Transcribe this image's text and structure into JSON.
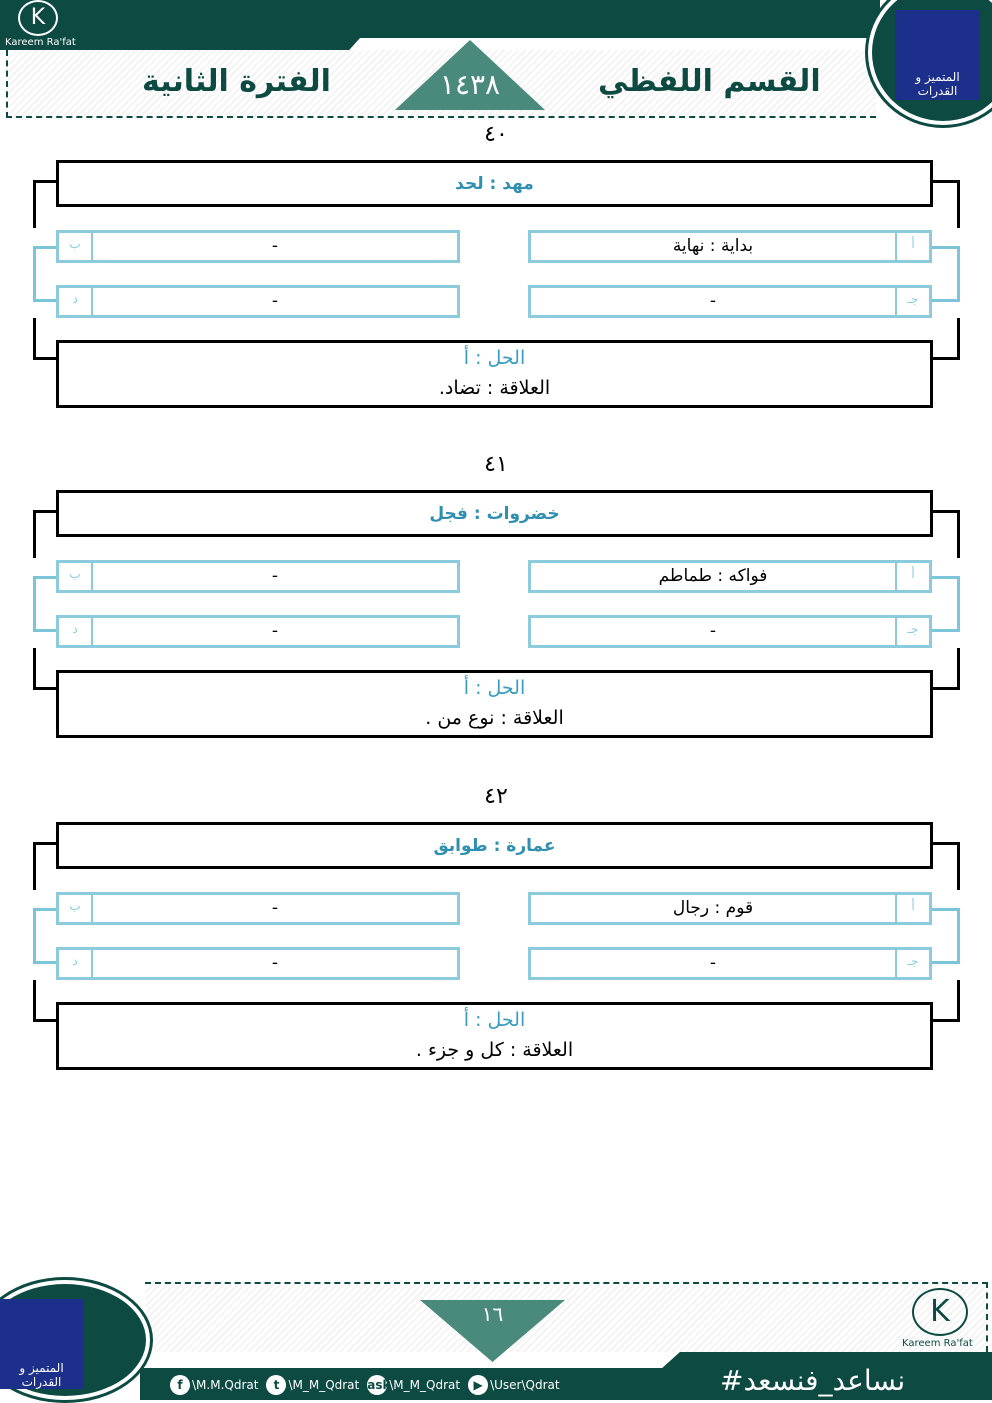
{
  "header": {
    "logo_text": "Kareem Ra'fat",
    "logo_letter": "K",
    "section_title": "القسم اللفظي",
    "period_title": "الفترة الثانية",
    "year": "١٤٣٨",
    "seal_text": "المتميز و القدرات"
  },
  "questions": [
    {
      "number": "٤٠",
      "question": "مهد : لحد",
      "options": [
        {
          "letter": "أ",
          "value": "بداية : نهاية"
        },
        {
          "letter": "ب",
          "value": "-"
        },
        {
          "letter": "جـ",
          "value": "-"
        },
        {
          "letter": "د",
          "value": "-"
        }
      ],
      "answer": "الحل : أ",
      "relation": "العلاقة : تضاد."
    },
    {
      "number": "٤١",
      "question": "خضروات : فجل",
      "options": [
        {
          "letter": "أ",
          "value": "فواكه : طماطم"
        },
        {
          "letter": "ب",
          "value": "-"
        },
        {
          "letter": "جـ",
          "value": "-"
        },
        {
          "letter": "د",
          "value": "-"
        }
      ],
      "answer": "الحل : أ",
      "relation": "العلاقة : نوع من ."
    },
    {
      "number": "٤٢",
      "question": "عمارة : طوابق",
      "options": [
        {
          "letter": "أ",
          "value": "قوم : رجال"
        },
        {
          "letter": "ب",
          "value": "-"
        },
        {
          "letter": "جـ",
          "value": "-"
        },
        {
          "letter": "د",
          "value": "-"
        }
      ],
      "answer": "الحل : أ",
      "relation": "العلاقة : كل و جزء ."
    }
  ],
  "footer": {
    "page_number": "١٦",
    "hashtag": "#نساعد_فنسعد",
    "logo_text": "Kareem Ra'fat",
    "logo_letter": "K",
    "seal_text": "المتميز و القدرات",
    "social": [
      {
        "icon": "facebook-icon",
        "glyph": "f",
        "handle": "\\M.M.Qdrat"
      },
      {
        "icon": "twitter-icon",
        "glyph": "t",
        "handle": "\\M_M_Qdrat"
      },
      {
        "icon": "ask-icon",
        "glyph": "ask",
        "handle": "\\M_M_Qdrat"
      },
      {
        "icon": "youtube-icon",
        "glyph": "▶",
        "handle": "\\User\\Qdrat"
      }
    ]
  },
  "colors": {
    "brand": "#0d4a42",
    "accent": "#4a8a7c",
    "option_border": "#8ccbdc",
    "question_text": "#2f8fb0"
  }
}
